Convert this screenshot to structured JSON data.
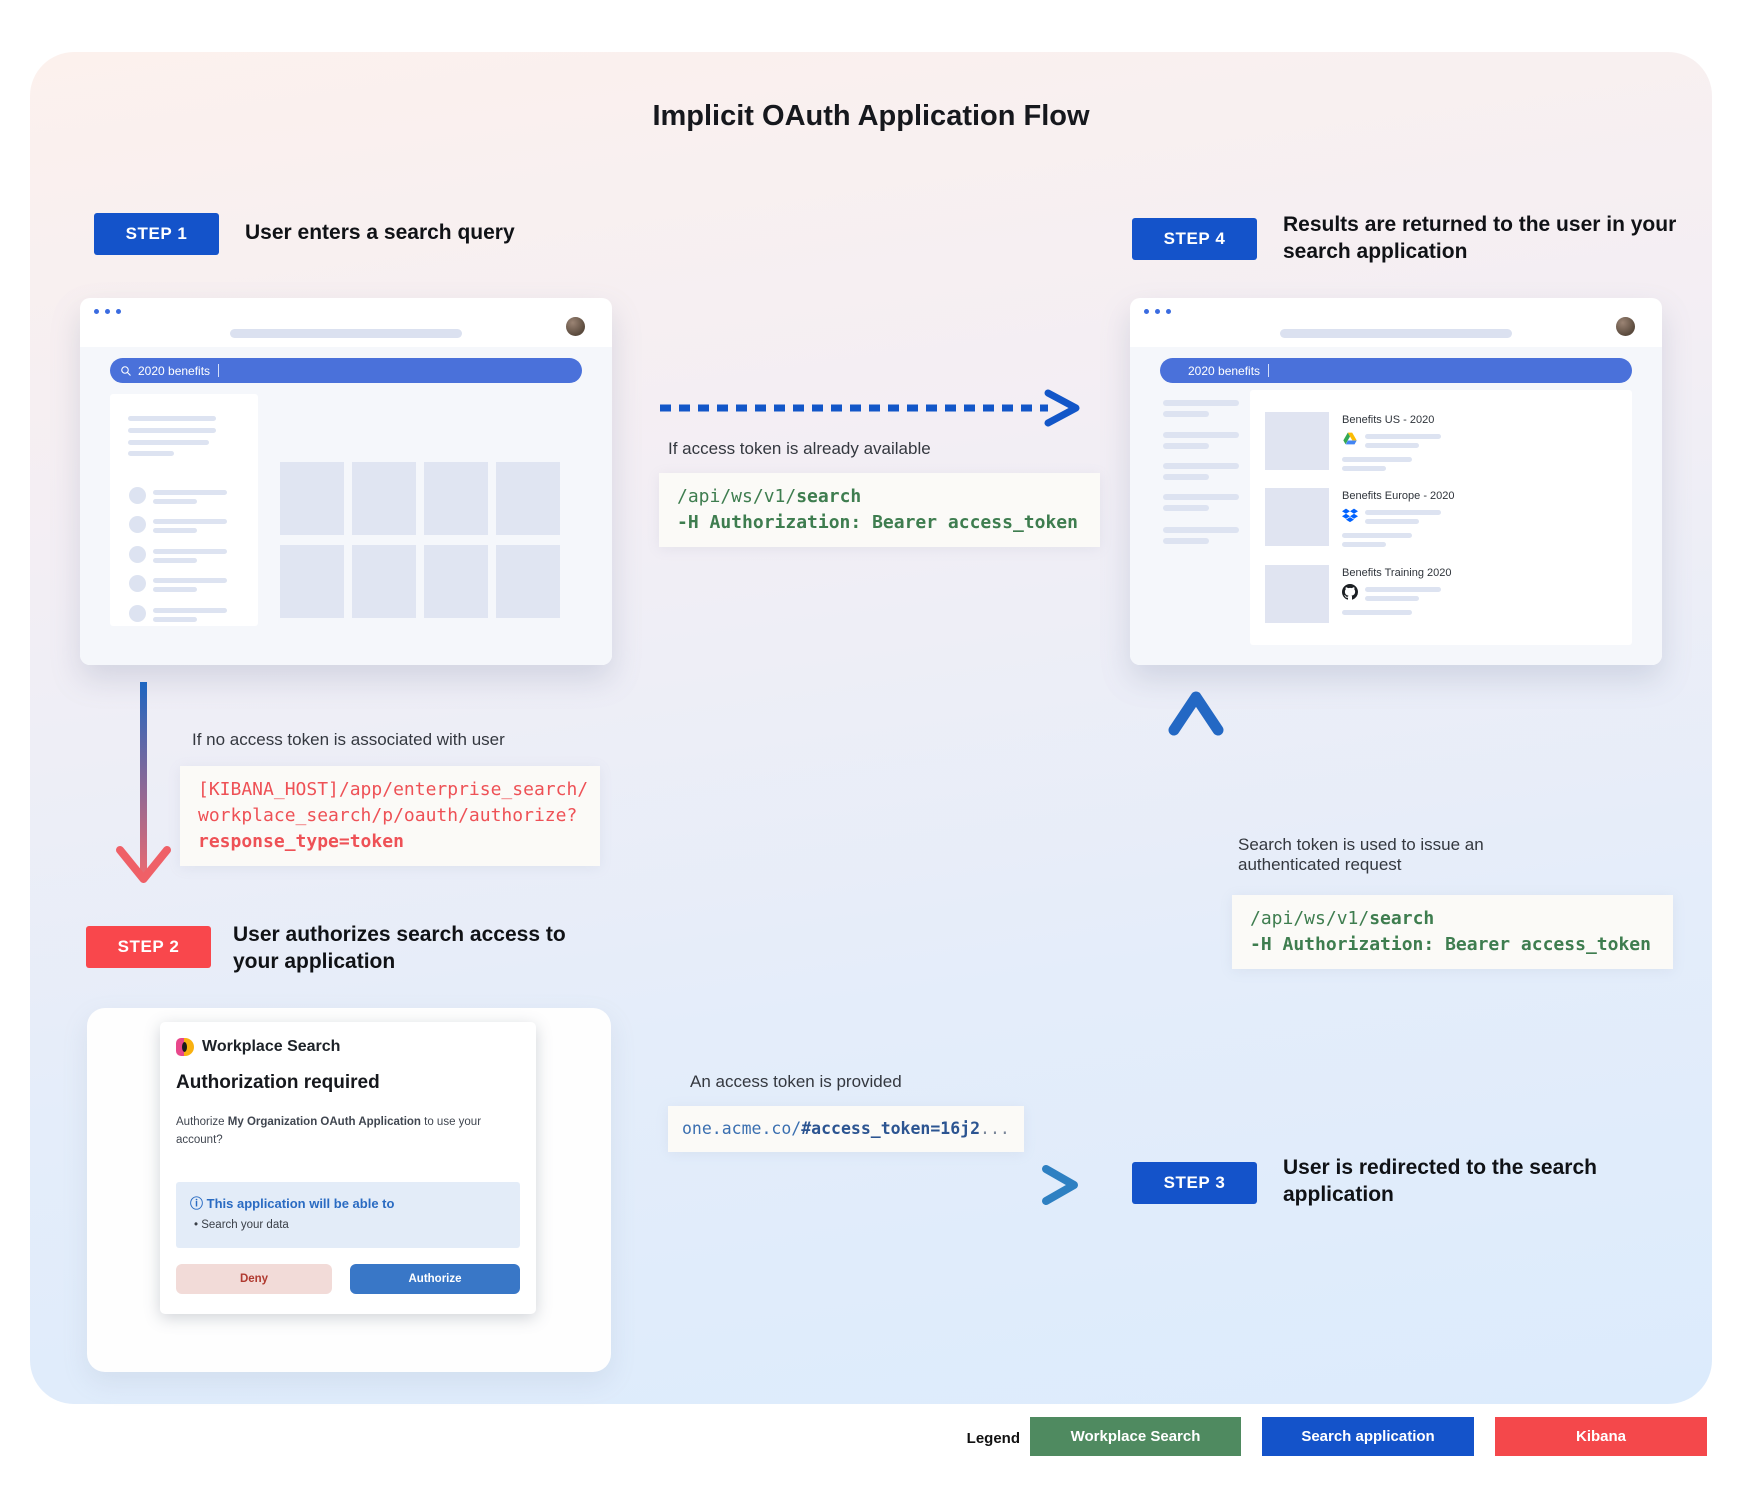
{
  "title": "Implicit OAuth Application Flow",
  "step1": {
    "badge": "STEP 1",
    "heading": "User enters a search query"
  },
  "step2": {
    "badge": "STEP 2",
    "heading": "User authorizes search access to your application"
  },
  "step3": {
    "badge": "STEP 3",
    "heading": "User is redirected to the search application"
  },
  "step4": {
    "badge": "STEP 4",
    "heading": "Results are returned to the user in your search application"
  },
  "browser1": {
    "search_query": "2020 benefits"
  },
  "browser4": {
    "search_query": "2020 benefits",
    "results": [
      {
        "title": "Benefits US - 2020",
        "source_icon": "google-drive-icon"
      },
      {
        "title": "Benefits Europe - 2020",
        "source_icon": "dropbox-icon"
      },
      {
        "title": "Benefits Training 2020",
        "source_icon": "github-icon"
      }
    ]
  },
  "flow_token_available": {
    "label": "If access token is already available",
    "code": {
      "path_prefix": "/api/ws/v1/",
      "path_bold": "search",
      "header_line": "-H Authorization: Bearer access_token"
    }
  },
  "flow_no_token": {
    "label": "If no access token is associated with user",
    "code_lines": [
      "[KIBANA_HOST]/app/enterprise_search/",
      "workplace_search/p/oauth/authorize?",
      "response_type=token"
    ]
  },
  "flow_token_provided": {
    "label": "An access token is provided",
    "code": {
      "prefix": "one.acme.co/",
      "bold": "#access_token=16j2",
      "suffix": "..."
    }
  },
  "flow_authenticated": {
    "label": "Search token is used to issue an authenticated request",
    "code": {
      "path_prefix": "/api/ws/v1/",
      "path_bold": "search",
      "header_line": "-H Authorization: Bearer access_token"
    }
  },
  "dialog": {
    "app_name": "Workplace Search",
    "heading": "Authorization required",
    "body_prefix": "Authorize ",
    "body_bold": "My Organization OAuth Application",
    "body_suffix": " to use your account?",
    "info_icon": "ⓘ",
    "scopes_heading": "This application will be able to",
    "scope_bullet": "•",
    "scope_item": "Search your data",
    "deny": "Deny",
    "authorize": "Authorize"
  },
  "legend": {
    "label": "Legend",
    "items": [
      {
        "label": "Workplace Search",
        "color": "#4f8a60"
      },
      {
        "label": "Search application",
        "color": "#1453ca"
      },
      {
        "label": "Kibana",
        "color": "#f4484b"
      }
    ]
  },
  "colors": {
    "step_blue": "#1453ca",
    "step_red": "#f9474c",
    "search_bar_blue": "#4a71da",
    "code_green": "#3e7d4f",
    "code_red": "#ee5156",
    "code_blue": "#34659f"
  }
}
